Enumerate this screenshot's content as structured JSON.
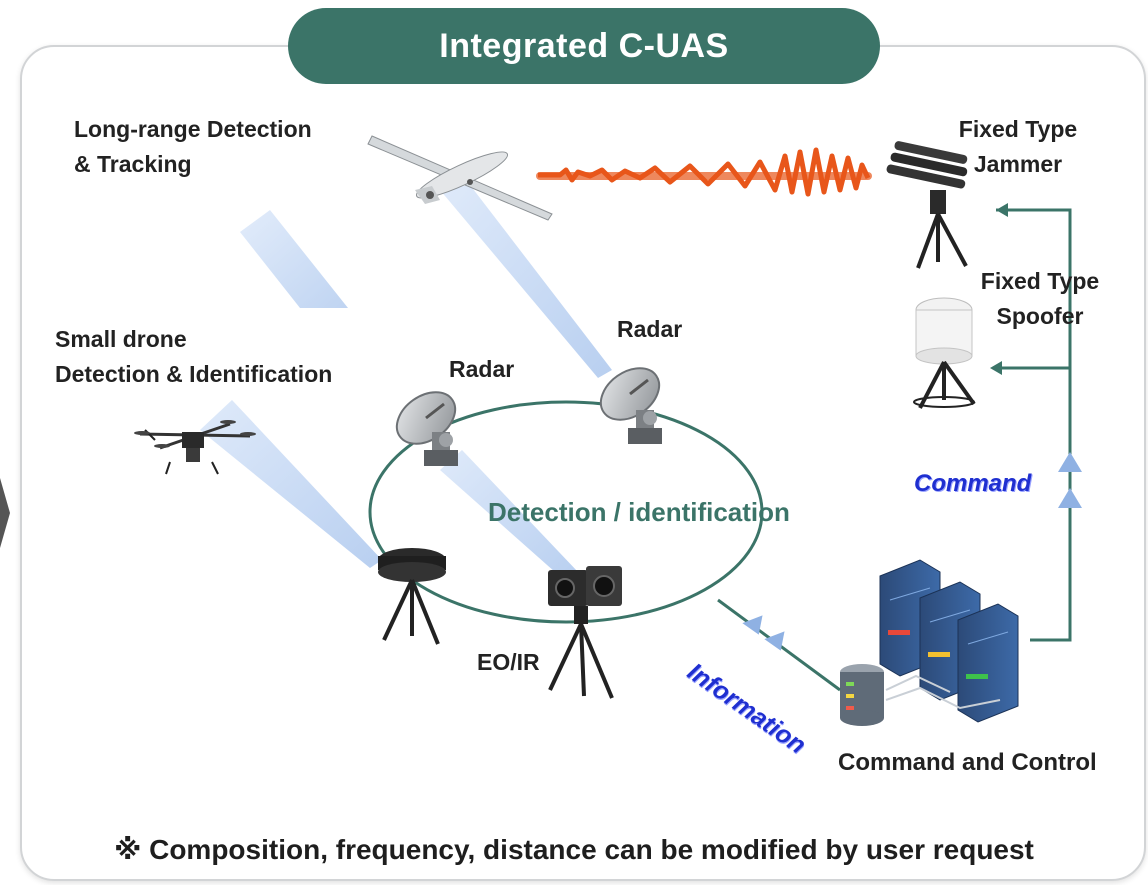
{
  "title": "Integrated C-UAS",
  "labels": {
    "long_range_line1": "Long-range Detection",
    "long_range_line2": "& Tracking",
    "small_drone_line1": "Small drone",
    "small_drone_line2": "Detection & Identification",
    "radar_left": "Radar",
    "radar_right": "Radar",
    "detection": "Detection / identification",
    "eoir": "EO/IR",
    "jammer_line1": "Fixed Type",
    "jammer_line2": "Jammer",
    "spoofer_line1": "Fixed Type",
    "spoofer_line2": "Spoofer",
    "command": "Command",
    "information": "Information",
    "command_control": "Command and Control"
  },
  "footer": "※ Composition, frequency, distance can be modified by user request",
  "colors": {
    "title_bg": "#3b7468",
    "circle": "#3b7468",
    "flow_arrow": "#3b7468",
    "beam": "#c9dcf5",
    "jam_signal": "#e8561a",
    "text_blue": "#1f2fd0"
  }
}
